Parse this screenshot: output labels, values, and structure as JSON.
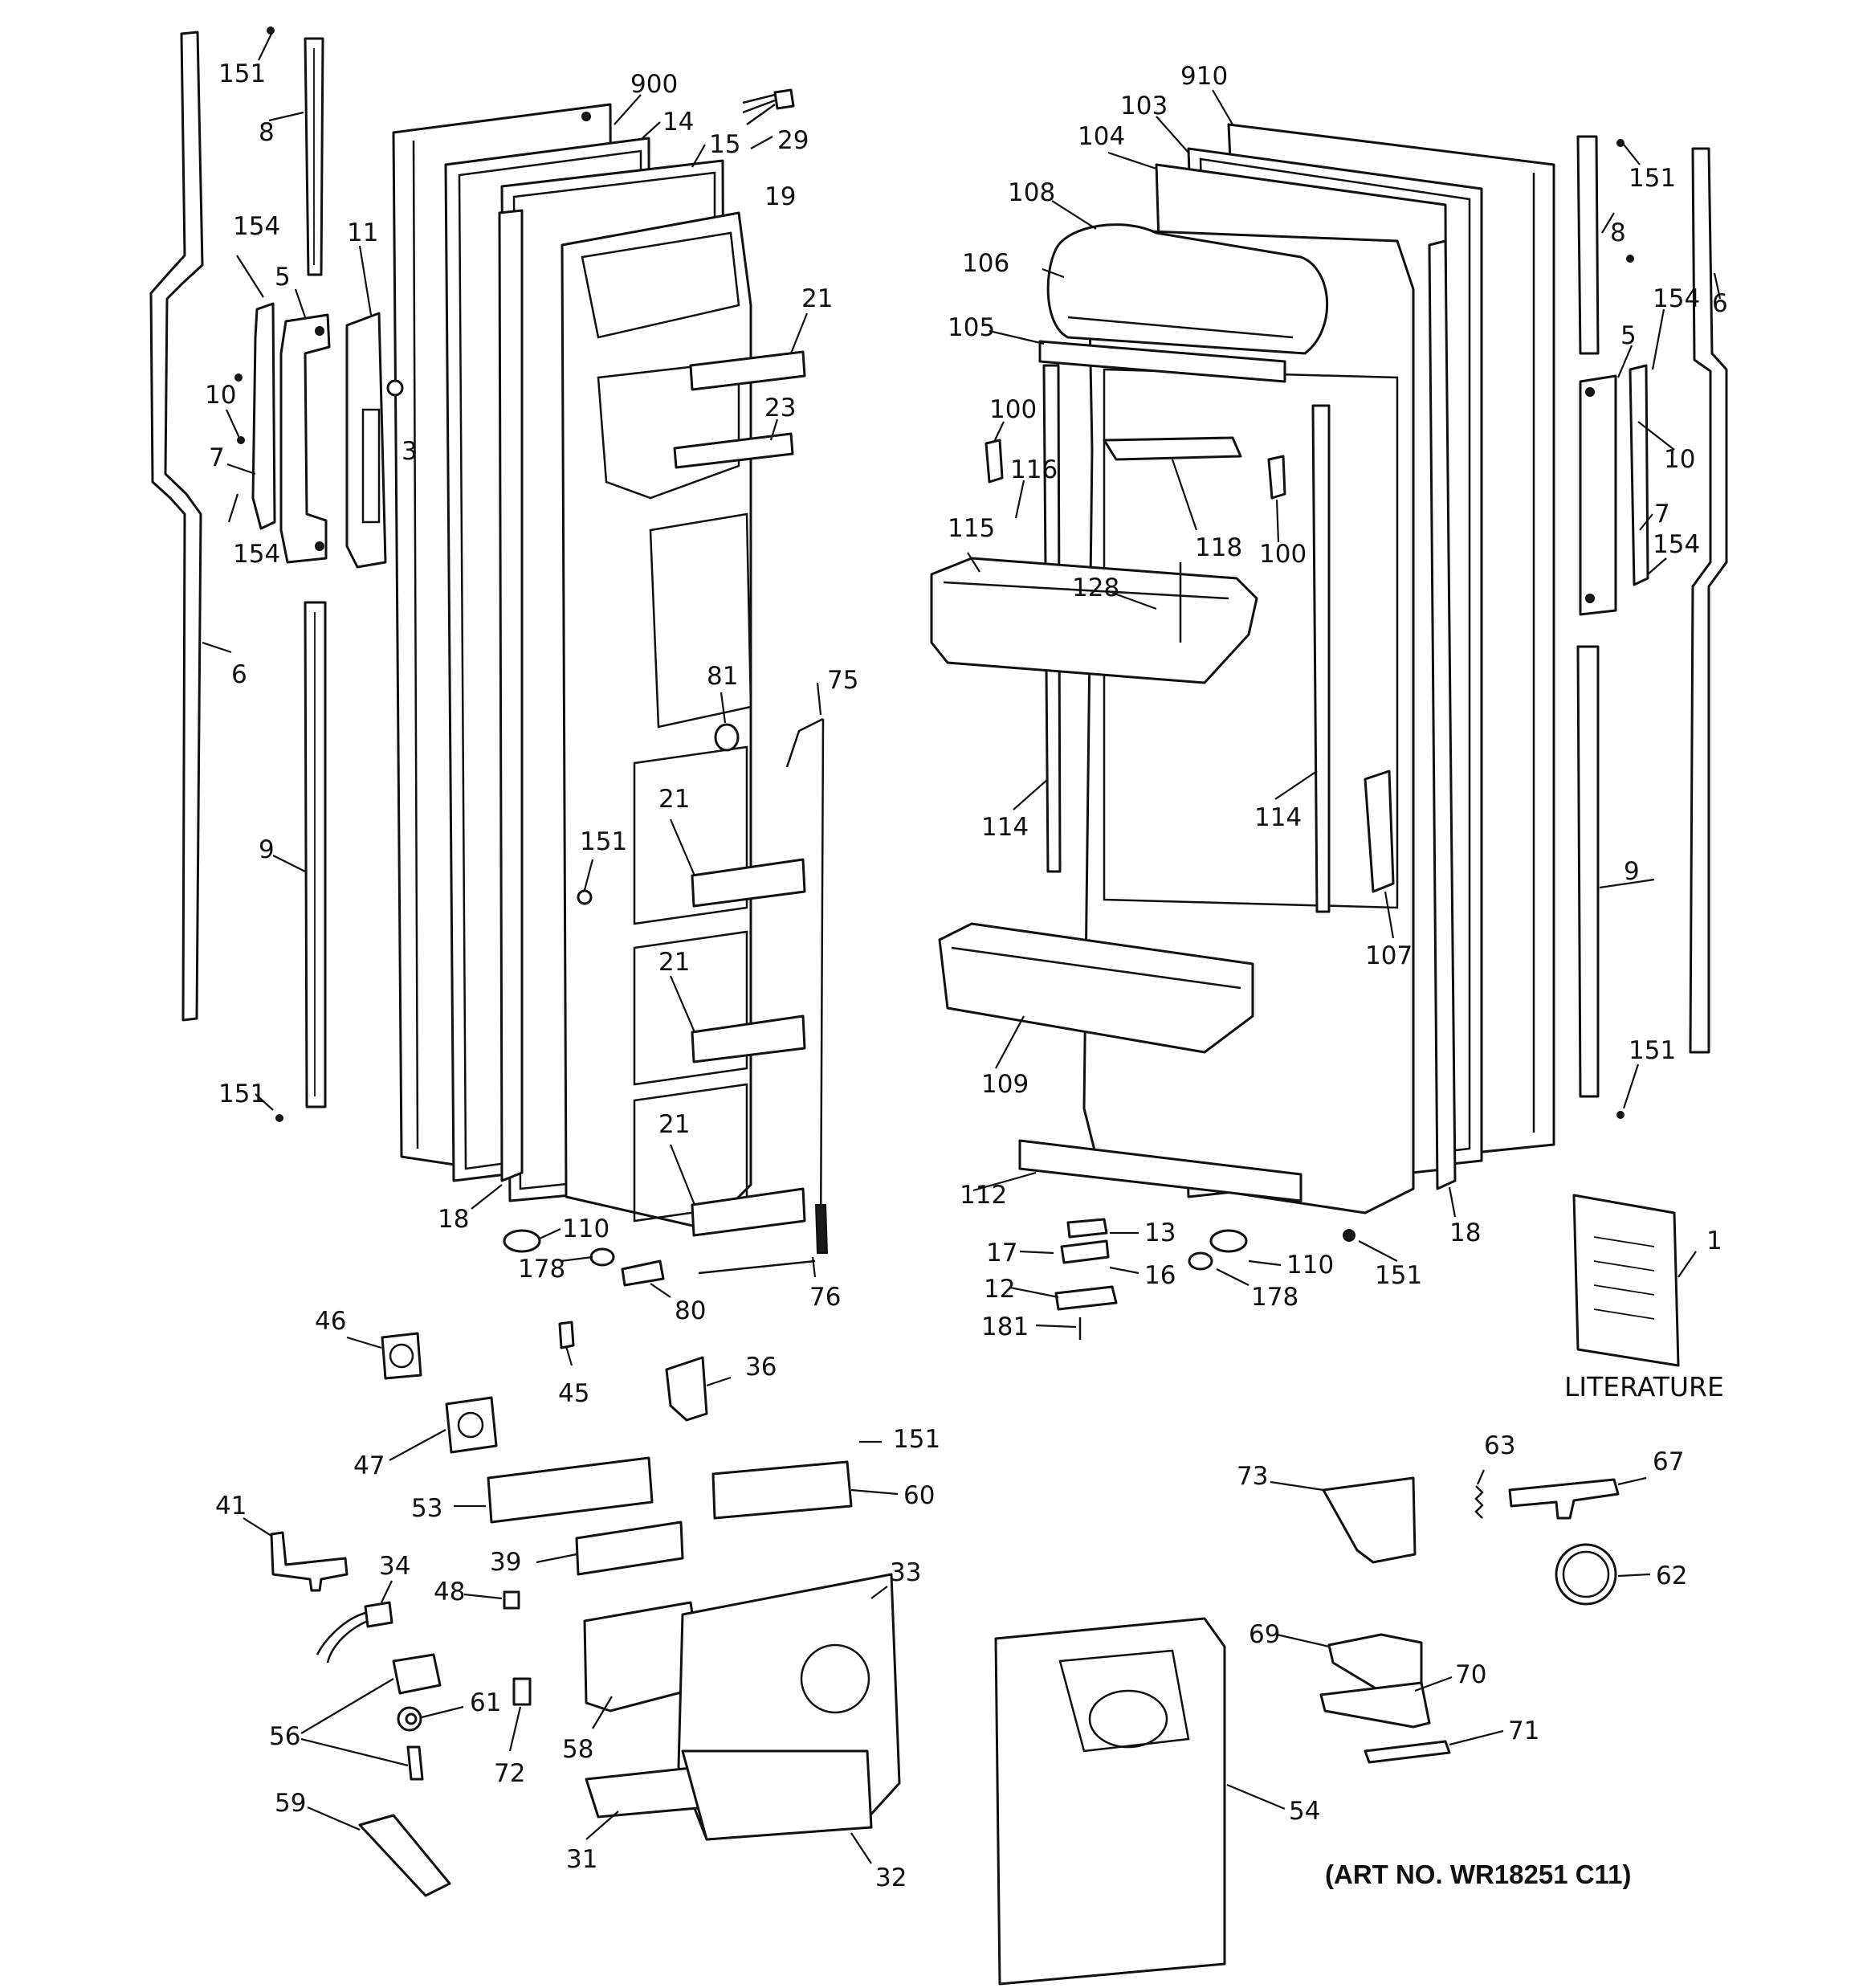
{
  "diagram": {
    "callouts": {
      "c151a": "151",
      "c8a": "8",
      "c154a": "154",
      "c11": "11",
      "c5a": "5",
      "c10a": "10",
      "c7a": "7",
      "c154b": "154",
      "c3": "3",
      "c6a": "6",
      "c9a": "9",
      "c151b": "151",
      "c900": "900",
      "c14": "14",
      "c15": "15",
      "c29": "29",
      "c19": "19",
      "c21a": "21",
      "c23": "23",
      "c81": "81",
      "c75": "75",
      "c21b": "21",
      "c151c": "151",
      "c21c": "21",
      "c21d": "21",
      "c18a": "18",
      "c110a": "110",
      "c178a": "178",
      "c80": "80",
      "c76": "76",
      "c910": "910",
      "c103": "103",
      "c104": "104",
      "c108": "108",
      "c106": "106",
      "c105": "105",
      "c100a": "100",
      "c116": "116",
      "c115": "115",
      "c118": "118",
      "c100b": "100",
      "c128": "128",
      "c114a": "114",
      "c114b": "114",
      "c107": "107",
      "c109": "109",
      "c112": "112",
      "c18b": "18",
      "c17": "17",
      "c13": "13",
      "c16": "16",
      "c12": "12",
      "c181": "181",
      "c110b": "110",
      "c178b": "178",
      "c151d": "151",
      "c151e": "151",
      "c8b": "8",
      "c6b": "6",
      "c154c": "154",
      "c5b": "5",
      "c10b": "10",
      "c7b": "7",
      "c154d": "154",
      "c9b": "9",
      "c151f": "151",
      "c1": "1",
      "c46": "46",
      "c45": "45",
      "c36": "36",
      "c47": "47",
      "c151g": "151",
      "c53": "53",
      "c60": "60",
      "c41": "41",
      "c34": "34",
      "c39": "39",
      "c48": "48",
      "c33": "33",
      "c56": "56",
      "c61": "61",
      "c72": "72",
      "c58": "58",
      "c59": "59",
      "c31": "31",
      "c32": "32",
      "c54": "54",
      "c63": "63",
      "c67": "67",
      "c73": "73",
      "c62": "62",
      "c69": "69",
      "c70": "70",
      "c71": "71"
    },
    "literature_label": "LITERATURE",
    "art_number": "(ART NO. WR18251 C11)"
  }
}
